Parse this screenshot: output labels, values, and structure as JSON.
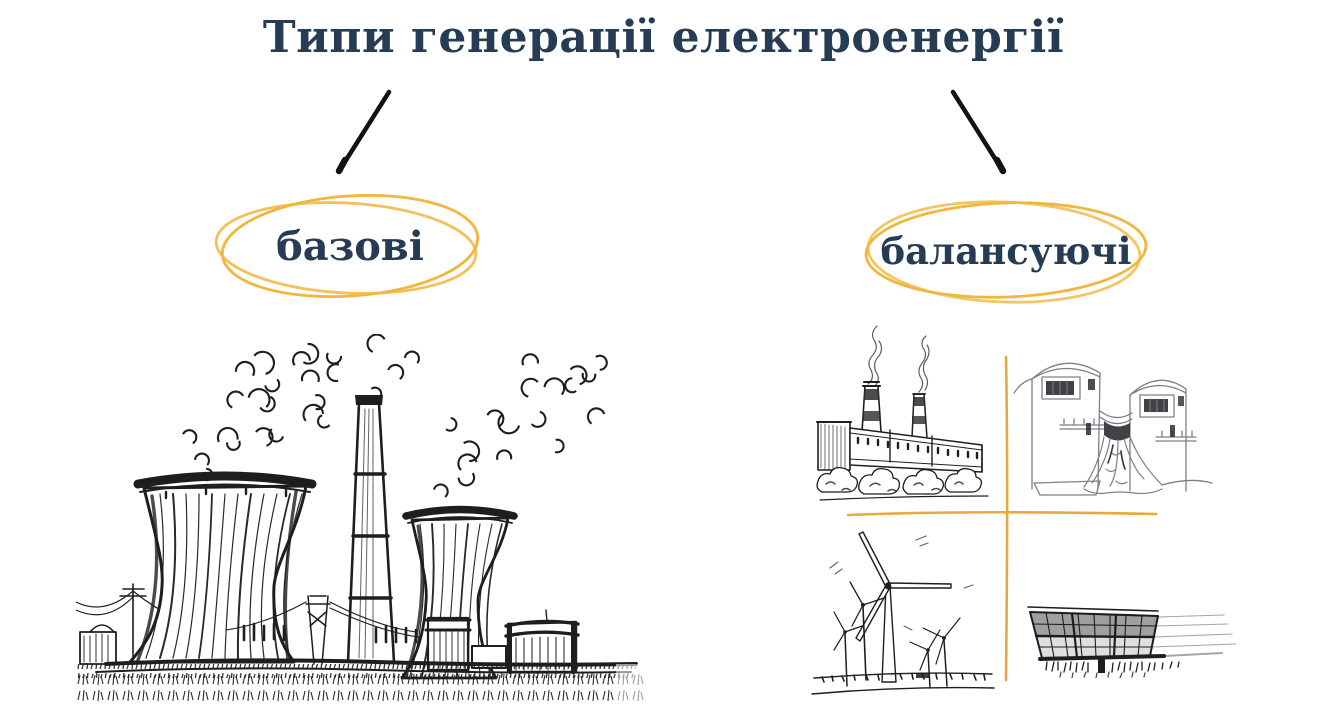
{
  "title": {
    "text": "Типи генерації електроенергії"
  },
  "categories": {
    "base": {
      "label": "базові"
    },
    "balancing": {
      "label": "балансуючі"
    }
  },
  "illustrations": {
    "base": {
      "name": "cooling-towers-power-plant-sketch"
    },
    "balancing": [
      {
        "name": "thermal-power-plant-sketch"
      },
      {
        "name": "hydroelectric-dam-sketch"
      },
      {
        "name": "wind-turbines-sketch"
      },
      {
        "name": "solar-panels-sketch"
      }
    ]
  },
  "colors": {
    "background": "#ffffff",
    "title_text": "#263c54",
    "label_text": "#263c54",
    "ellipse_stroke": "#f0b63e",
    "divider_stroke": "#e9a83d",
    "connector_stroke": "#121212",
    "ink": "#1e1e1e",
    "pencil": "#7b8087"
  }
}
